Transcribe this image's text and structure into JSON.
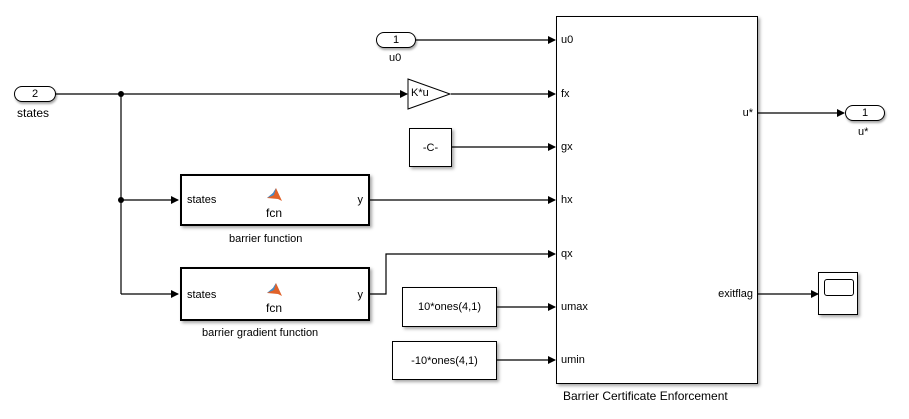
{
  "inports": [
    {
      "number": "2",
      "label": "states"
    },
    {
      "number": "1",
      "label": "u0"
    }
  ],
  "outport": {
    "number": "1",
    "label": "u*"
  },
  "gain": {
    "label": "K*u"
  },
  "constants": {
    "gx": "-C-",
    "umax": "10*ones(4,1)",
    "umin": "-10*ones(4,1)"
  },
  "matlab_functions": [
    {
      "input": "states",
      "output": "y",
      "body": "fcn",
      "label": "barrier function"
    },
    {
      "input": "states",
      "output": "y",
      "body": "fcn",
      "label": "barrier gradient function"
    }
  ],
  "main_block": {
    "label": "Barrier Certificate Enforcement",
    "inputs": [
      "u0",
      "fx",
      "gx",
      "hx",
      "qx",
      "umax",
      "umin"
    ],
    "outputs": [
      "u*",
      "exitflag"
    ]
  },
  "scope": {
    "name": "scope"
  }
}
